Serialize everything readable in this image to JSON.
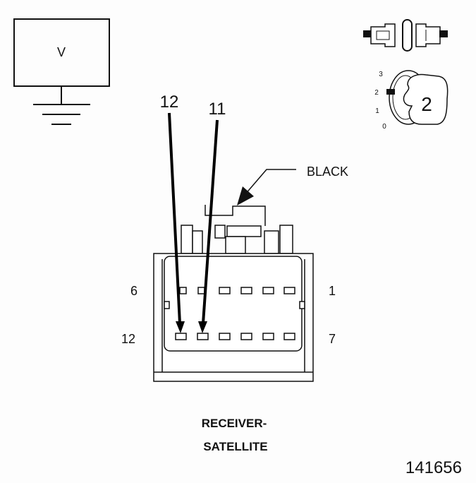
{
  "voltmeter": {
    "label": "V"
  },
  "ignition_key": {
    "positions": [
      "3",
      "2",
      "1",
      "0"
    ],
    "selected": "2"
  },
  "wires": [
    {
      "pin_label": "12"
    },
    {
      "pin_label": "11"
    }
  ],
  "connector": {
    "color_callout": "BLACK",
    "pin_label_top_left": "6",
    "pin_label_top_right": "1",
    "pin_label_bottom_left": "12",
    "pin_label_bottom_right": "7",
    "name_line1": "RECEIVER-",
    "name_line2": "SATELLITE"
  },
  "figure_number": "141656"
}
